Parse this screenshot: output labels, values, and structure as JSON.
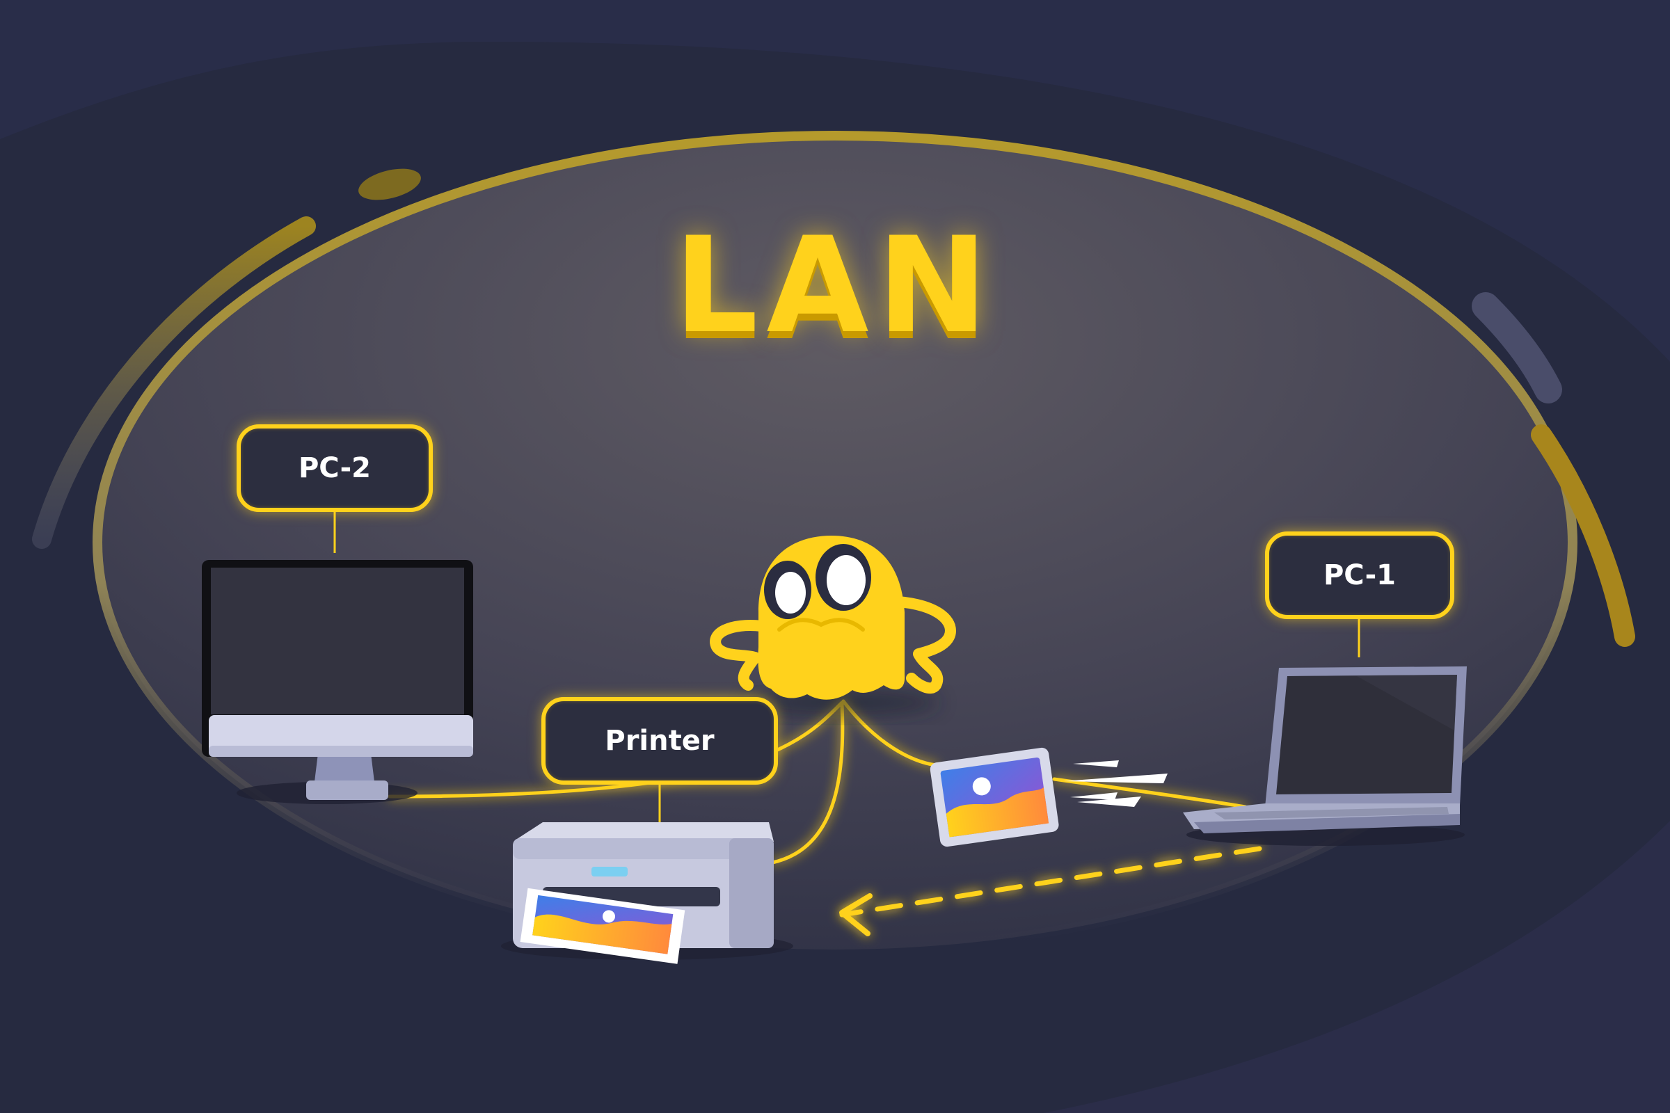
{
  "title": "LAN",
  "nodes": {
    "pc2": "PC-2",
    "printer": "Printer",
    "pc1": "PC-1"
  },
  "colors": {
    "background": "#262a40",
    "network_zone": "#4e4a55",
    "accent_yellow": "#ffd21c",
    "label_fill": "#2c2e3f",
    "device_light": "#c8cbe0",
    "device_screen": "#2e2f38"
  },
  "icons": [
    "monitor-icon",
    "laptop-icon",
    "printer-icon",
    "photo-icon",
    "network-mascot"
  ]
}
